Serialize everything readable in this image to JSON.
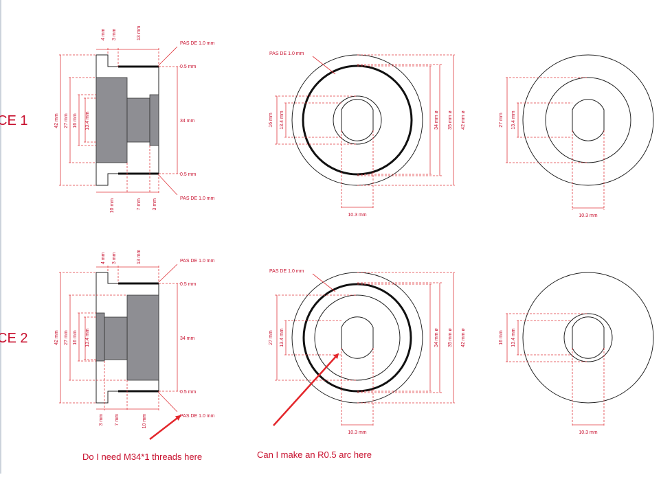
{
  "pieces": [
    {
      "label": "CE 1",
      "side": {
        "top_dims": [
          "4 mm",
          "3 mm",
          "13 mm"
        ],
        "bottom_dims": [
          "10 mm",
          "7 mm",
          "3 mm"
        ],
        "left_dims": [
          "42 mm",
          "27 mm",
          "16 mm",
          "13.4 mm"
        ],
        "thread_top": "PAS DE 1.0 mm",
        "thread_bottom": "PAS DE 1.0 mm",
        "gap_top": "0.5 mm",
        "bore": "34 mm",
        "gap_bottom": "0.5 mm"
      },
      "front": {
        "thread": "PAS DE 1.0 mm",
        "left_dims": [
          "16 mm",
          "13.4 mm"
        ],
        "right_dims": [
          "34 mm ø",
          "35 mm ø",
          "42 mm ø"
        ],
        "bottom_dim": "10.3 mm"
      },
      "rear": {
        "left_dims": [
          "27 mm",
          "13.4 mm"
        ],
        "bottom_dim": "10.3 mm"
      }
    },
    {
      "label": "CE 2",
      "side": {
        "top_dims": [
          "4 mm",
          "3 mm",
          "13 mm"
        ],
        "bottom_dims": [
          "3 mm",
          "7 mm",
          "10 mm"
        ],
        "left_dims": [
          "42 mm",
          "27 mm",
          "16 mm",
          "13.4 mm"
        ],
        "thread_top": "PAS DE 1.0 mm",
        "thread_bottom": "PAS DE 1.0 mm",
        "gap_top": "0.5 mm",
        "bore": "34 mm",
        "gap_bottom": "0.5 mm"
      },
      "front": {
        "thread": "PAS DE 1.0 mm",
        "left_dims": [
          "27 mm",
          "13.4 mm"
        ],
        "right_dims": [
          "34 mm ø",
          "35 mm ø",
          "42 mm ø"
        ],
        "bottom_dim": "10.3 mm"
      },
      "rear": {
        "left_dims": [
          "16 mm",
          "13.4 mm"
        ],
        "bottom_dim": "10.3 mm"
      }
    }
  ],
  "notes": {
    "threads_question": "Do I need M34*1 threads here",
    "arc_question": "Can I make an R0.5 arc here"
  },
  "colors": {
    "annotation": "#c8102e",
    "outline": "#222222",
    "body": "#8e8e93"
  }
}
